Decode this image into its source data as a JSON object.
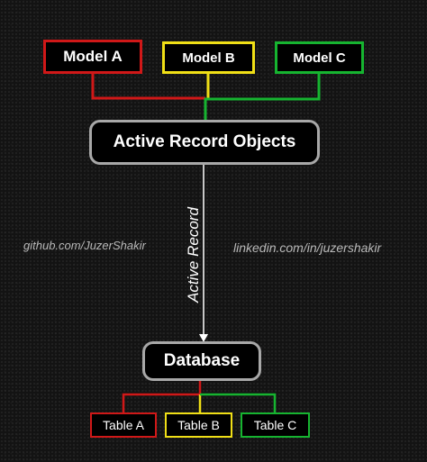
{
  "models": {
    "a": "Model A",
    "b": "Model B",
    "c": "Model C"
  },
  "active_record_objects": "Active Record Objects",
  "arrow_label": "Active Record",
  "database": "Database",
  "tables": {
    "a": "Table A",
    "b": "Table B",
    "c": "Table C"
  },
  "credits": {
    "github": "github.com/JuzerShakir",
    "linkedin": "linkedin.com/in/juzershakir"
  },
  "colors": {
    "red": "#d01818",
    "yellow": "#f0df16",
    "green": "#16b430",
    "grey": "#a8a8a8",
    "background": "#131313"
  }
}
